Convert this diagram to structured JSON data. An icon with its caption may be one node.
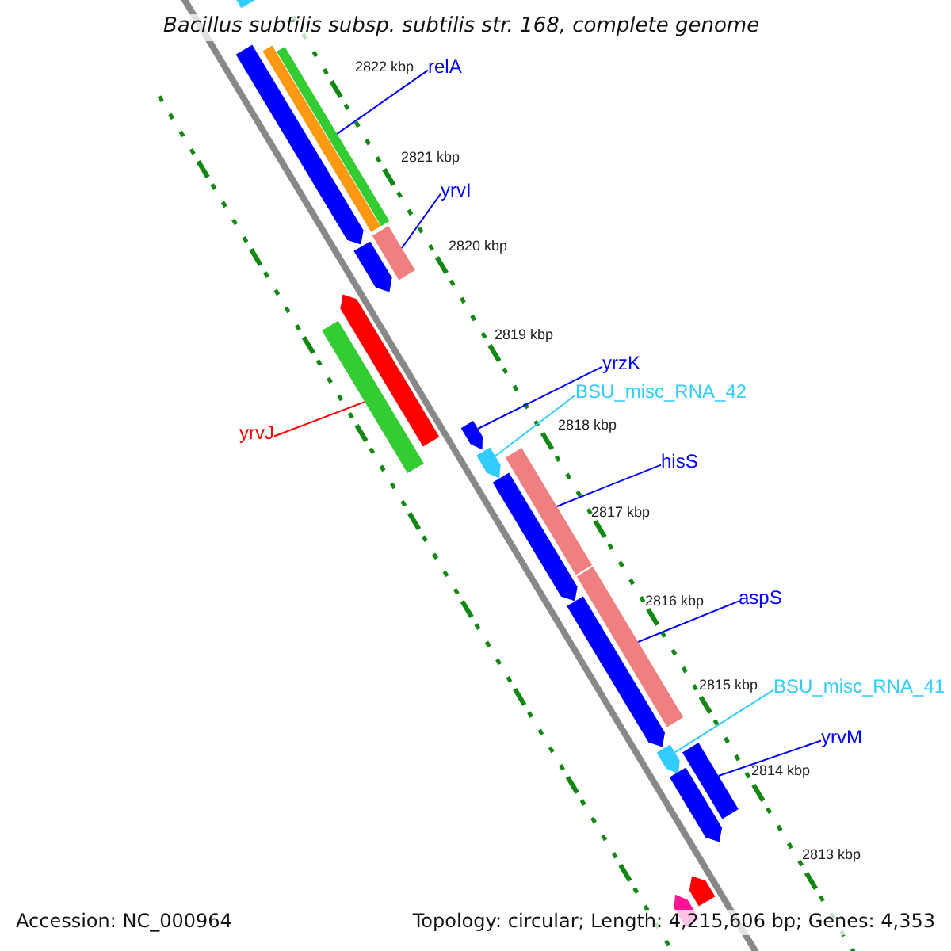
{
  "diagram": {
    "title": "Bacillus subtilis subsp. subtilis str. 168, complete genome",
    "nodes": [
      {
        "text": [
          "relA"
        ]
      },
      {
        "text": [],
        "shape": "bar"
      },
      {
        "text": [
          "yrvI"
        ]
      },
      {
        "text": [],
        "shape": "bar"
      },
      {
        "text": [
          "yrzK"
        ]
      },
      {
        "text": [],
        "shape": "bar"
      },
      {
        "text": [
          "BSU_misc_RNA_42"
        ]
      },
      {
        "text": [],
        "shape": "bar"
      },
      {
        "text": [
          "yrvJ"
        ]
      },
      {
        "text": [],
        "shape": "bar"
      },
      {
        "text": [
          "hisS"
        ]
      },
      {
        "text": [],
        "shape": "bar"
      },
      {
        "text": [
          "aspS"
        ]
      },
      {
        "text": [],
        "shape": "bar"
      },
      {
        "text": [
          "BSU_misc_RNA_41"
        ]
      },
      {
        "text": [],
        "shape": "bar"
      },
      {
        "text": [
          "yrvM"
        ]
      },
      {
        "text": [],
        "shape": "bar"
      },
      {
        "text": [],
        "shape": "bar"
      },
      {
        "text": [],
        "shape": "bar"
      },
      {
        "text": [],
        "shape": "bar"
      },
      {
        "text": [],
        "shape": "bar"
      },
      {
        "text": [],
        "shape": "bar"
      },
      {
        "text": [],
        "shape": "bar"
      },
      {
        "text": [],
        "shape": "bar"
      },
      {
        "text": [],
        "shape": "bar"
      },
      {
        "text": [],
        "shape": "bar"
      },
      {
        "text": [],
        "shape": "bar"
      }
    ],
    "edges": [
      {
        "from": 0,
        "to": 1,
        "arrow": "none"
      },
      {
        "from": 2,
        "to": 3,
        "arrow": "none"
      },
      {
        "from": 4,
        "to": 5,
        "arrow": "none"
      },
      {
        "from": 6,
        "to": 7,
        "arrow": "none",
        "color": "#33ccff"
      },
      {
        "from": 8,
        "to": 9,
        "arrow": "none",
        "color": "#ff0000"
      },
      {
        "from": 10,
        "to": 11,
        "arrow": "none"
      },
      {
        "from": 12,
        "to": 13,
        "arrow": "none"
      },
      {
        "from": 14,
        "to": 15,
        "arrow": "none",
        "color": "#33ccff"
      },
      {
        "from": 16,
        "to": 17,
        "arrow": "none"
      }
    ],
    "labels": [
      "2822 kbp",
      "2821 kbp",
      "2820 kbp",
      "2819 kbp",
      "2818 kbp",
      "2817 kbp",
      "2816 kbp",
      "2815 kbp",
      "2814 kbp",
      "2813 kbp",
      "Accession: NC_000964",
      "Topology: circular; Length: 4,215,606 bp; Genes: 4,353"
    ]
  }
}
